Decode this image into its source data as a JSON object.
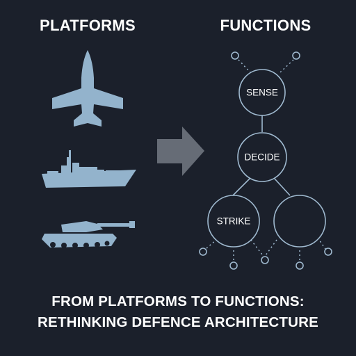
{
  "headings": {
    "left": "PLATFORMS",
    "right": "FUNCTIONS"
  },
  "platform_icons": [
    "fighter-jet-icon",
    "warship-icon",
    "tank-icon"
  ],
  "nodes": {
    "sense": "SENSE",
    "decide": "DECIDE",
    "strike": "STRIKE",
    "unlabeled": ""
  },
  "footer": {
    "line1": "FROM PLATFORMS TO FUNCTIONS:",
    "line2": "RETHINKING DEFENCE ARCHITECTURE"
  },
  "colors": {
    "background": "#1b202b",
    "icon_fill": "#93b3cc",
    "node_stroke": "#9fb9cf",
    "arrow": "#666c76",
    "text": "#ffffff"
  }
}
